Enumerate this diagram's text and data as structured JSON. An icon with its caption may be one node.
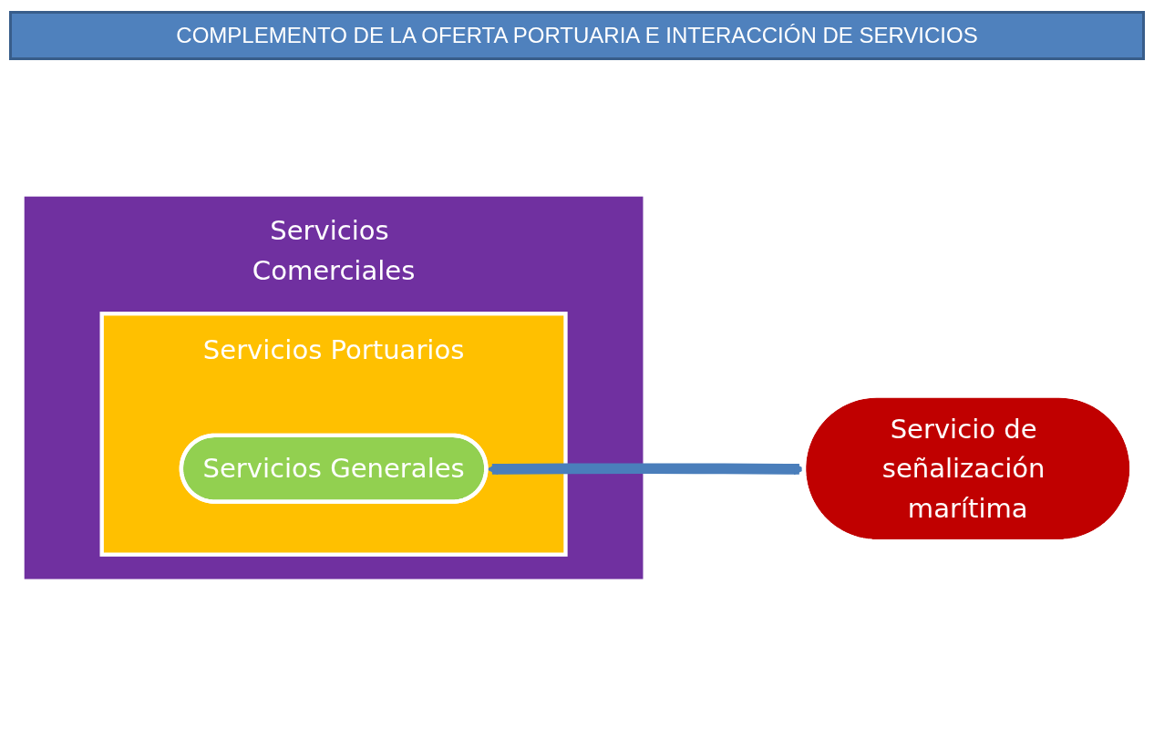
{
  "diagram": {
    "title": "COMPLEMENTO DE LA OFERTA PORTUARIA E INTERACCIÓN DE SERVICIOS",
    "nodes": [
      {
        "text": [
          "Servicios Comerciales"
        ]
      },
      {
        "text": [
          "Servicios Portuarios"
        ],
        "in": 0
      },
      {
        "text": [
          "Servicios Generales"
        ],
        "in": 1
      },
      {
        "text": [
          "Servicio de señalización marítima"
        ]
      }
    ],
    "edges": [
      {
        "from": 2,
        "to": 3,
        "arrow": "both"
      }
    ]
  }
}
